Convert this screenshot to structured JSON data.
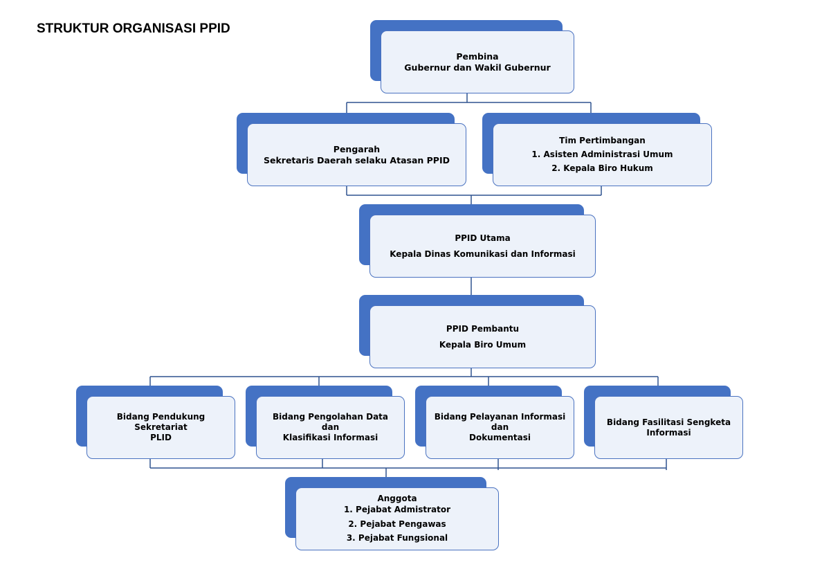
{
  "title": "STRUKTUR ORGANISASI PPID",
  "nodes": {
    "pembina": {
      "line1": "Pembina",
      "line2": "Gubernur dan Wakil Gubernur"
    },
    "pengarah": {
      "line1": "Pengarah",
      "line2": "Sekretaris Daerah selaku Atasan PPID"
    },
    "tim": {
      "line1": "Tim Pertimbangan",
      "line2": "1. Asisten Administrasi Umum",
      "line3": "2. Kepala Biro Hukum"
    },
    "utama": {
      "line1": "PPID  Utama",
      "line2": "Kepala Dinas Komunikasi dan Informasi"
    },
    "pembantu": {
      "line1": "PPID Pembantu",
      "line2": "Kepala Biro Umum"
    },
    "bidang1": {
      "line1": "Bidang Pendukung Sekretariat",
      "line2": "PLID"
    },
    "bidang2": {
      "line1": "Bidang Pengolahan Data dan",
      "line2": "Klasifikasi Informasi"
    },
    "bidang3": {
      "line1": "Bidang Pelayanan Informasi dan",
      "line2": "Dokumentasi"
    },
    "bidang4": {
      "line1": "Bidang Fasilitasi Sengketa",
      "line2": "Informasi"
    },
    "anggota": {
      "line1": "Anggota",
      "line2": "1. Pejabat Admistrator",
      "line3": "2. Pejabat Pengawas",
      "line4": "3. Pejabat Fungsional"
    }
  },
  "colors": {
    "box_back": "#4472c4",
    "box_front": "#edf2fa",
    "line": "#2f528f"
  }
}
